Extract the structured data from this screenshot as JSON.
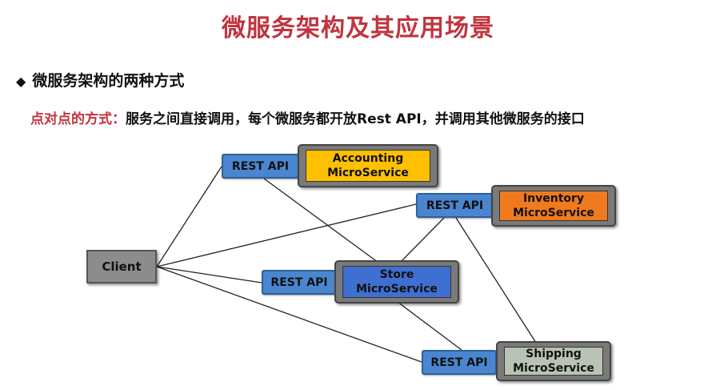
{
  "title": "微服务架构及其应用场景",
  "heading": "微服务架构的两种方式",
  "description": {
    "highlight": "点对点的方式：",
    "text": "服务之间直接调用，每个微服务都开放Rest API，并调用其他微服务的接口"
  },
  "diagram": {
    "client": "Client",
    "api_label": "REST API",
    "services": {
      "accounting": {
        "line1": "Accounting",
        "line2": "MicroService",
        "color": "#ffc000"
      },
      "inventory": {
        "line1": "Inventory",
        "line2": "MicroService",
        "color": "#f07a1e"
      },
      "store": {
        "line1": "Store",
        "line2": "MicroService",
        "color": "#3f6fd0"
      },
      "shipping": {
        "line1": "Shipping",
        "line2": "MicroService",
        "color": "#b9c3b3"
      }
    }
  }
}
